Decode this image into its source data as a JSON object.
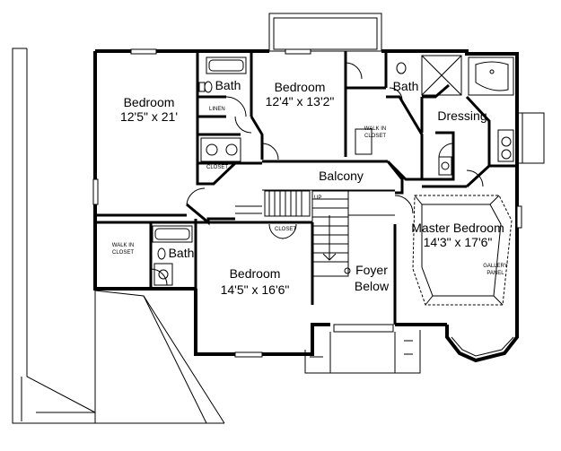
{
  "rooms": {
    "bedroom_1": {
      "name": "Bedroom",
      "size": "12'5\" x 21'"
    },
    "bedroom_2": {
      "name": "Bedroom",
      "size": "12'4\" x 13'2\""
    },
    "bedroom_3": {
      "name": "Bedroom",
      "size": "14'5\" x 16'6\""
    },
    "master_bedroom": {
      "name": "Master Bedroom",
      "size": "14'3\" x 17'6\""
    },
    "bath_1": {
      "name": "Bath"
    },
    "bath_2": {
      "name": "Bath"
    },
    "bath_3": {
      "name": "Bath"
    },
    "dressing": {
      "name": "Dressing"
    },
    "balcony": {
      "name": "Balcony"
    },
    "foyer": {
      "line1": "Foyer",
      "line2": "Below"
    }
  },
  "small_labels": {
    "linen": "LINEN",
    "closet_1": "CLOSET",
    "closet_2": "CLOSET",
    "walk_in_closet_1": {
      "line1": "WALK IN",
      "line2": "CLOSET"
    },
    "walk_in_closet_2": {
      "line1": "WALK IN",
      "line2": "CLOSET"
    },
    "stair_up": "UP",
    "master_note": {
      "line1": "GALLERY",
      "line2": "PANEL"
    }
  },
  "colors": {
    "wall": "#000000",
    "line": "#000000",
    "background": "#ffffff"
  }
}
